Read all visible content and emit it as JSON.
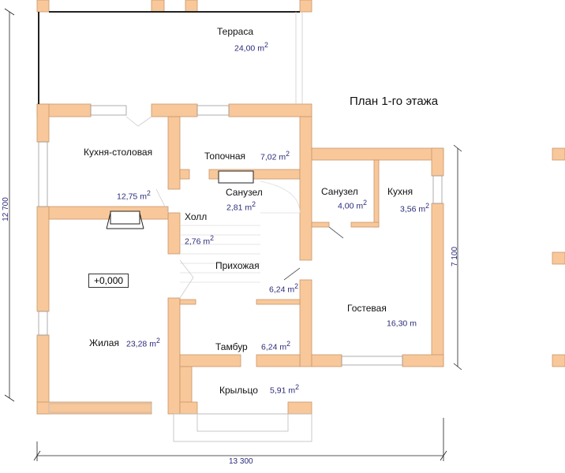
{
  "title": "План 1-го этажа",
  "colors": {
    "wall": "#f8c89a",
    "wall_stroke": "#c9956a",
    "area_text": "#2a2a7a"
  },
  "level_mark": "+0,000",
  "rooms": [
    {
      "name": "Терраса",
      "area": "24,00 m",
      "sup": "2"
    },
    {
      "name": "Кухня-столовая",
      "area": "12,75 m",
      "sup": "2"
    },
    {
      "name": "Топочная",
      "area": "7,02 m",
      "sup": "2"
    },
    {
      "name": "Санузел",
      "area": "2,81 m",
      "sup": "2"
    },
    {
      "name": "Холл",
      "area": "2,76 m",
      "sup": "2"
    },
    {
      "name": "Прихожая",
      "area": "6,24 m",
      "sup": "2"
    },
    {
      "name": "Санузел",
      "area": "4,00 m",
      "sup": "2"
    },
    {
      "name": "Кухня",
      "area": "3,56 m",
      "sup": "2"
    },
    {
      "name": "Гостевая",
      "area": "16,30 m",
      "sup": ""
    },
    {
      "name": "Жилая",
      "area": "23,28 m",
      "sup": "2"
    },
    {
      "name": "Тамбур",
      "area": "6,24 m",
      "sup": "2"
    },
    {
      "name": "Крыльцо",
      "area": "5,91 m",
      "sup": "2"
    }
  ],
  "dimensions": {
    "height_total": "12 700",
    "width_total": "13 300",
    "right_block": "7 100"
  }
}
